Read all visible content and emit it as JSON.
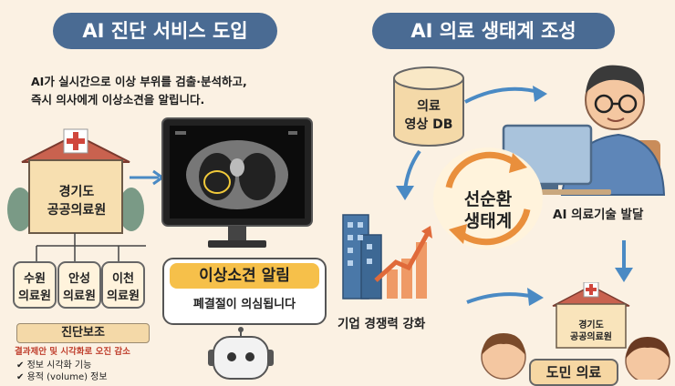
{
  "left": {
    "header": "AI 진단 서비스 도입",
    "description_line1": "AI가 실시간으로 이상 부위를 검출·분석하고,",
    "description_line2": "즉시 의사에게 이상소견을 알립니다.",
    "main_hospital": [
      "경기도",
      "공공의료원"
    ],
    "branches": [
      {
        "name": [
          "수원",
          "의료원"
        ]
      },
      {
        "name": [
          "안성",
          "의료원"
        ]
      },
      {
        "name": [
          "이천",
          "의료원"
        ]
      }
    ],
    "diagnosis_support": {
      "title": "진단보조",
      "subtitle": "결과제안 및 시각화로 오진 감소",
      "items": [
        "정보 시각화 기능",
        "용적 (volume) 정보"
      ]
    },
    "alert": {
      "title": "이상소견 알림",
      "message": "폐결절이 의심됩니다"
    }
  },
  "right": {
    "header": "AI 의료 생태계 조성",
    "db_label": [
      "의료",
      "영상 DB"
    ],
    "cycle_label": [
      "선순환",
      "생태계"
    ],
    "tech_label": "AI 의료기술 발달",
    "industry_label": "기업 경쟁력 강화",
    "hospital_label": [
      "경기도",
      "공공의료원"
    ],
    "citizen_label": "도민 의료"
  },
  "colors": {
    "header_bg": "#4a6b93",
    "background": "#fbf1e3",
    "arrow": "#4a8ac4",
    "cycle_orange": "#e98f3c",
    "roof_red": "#c9624f"
  }
}
